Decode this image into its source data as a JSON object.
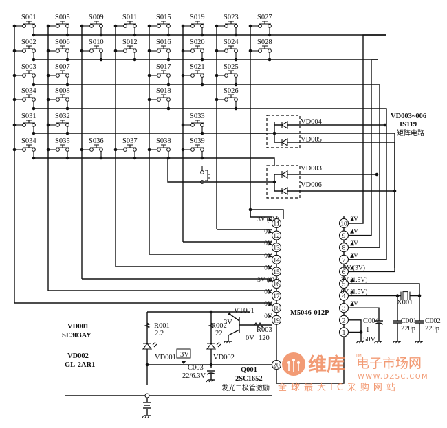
{
  "diagram": {
    "type": "circuit-schematic",
    "ic": {
      "part": "M5046-012P"
    },
    "switch_grid": {
      "rows": [
        [
          "S001",
          "S005",
          "S009",
          "S011",
          "S015",
          "S019",
          "S023",
          "S027"
        ],
        [
          "S002",
          "S006",
          "S010",
          "S012",
          "S016",
          "S020",
          "S024",
          "S028"
        ],
        [
          "S003",
          "S007",
          null,
          null,
          "S017",
          "S021",
          "S025",
          null
        ],
        [
          "S034",
          "S008",
          null,
          null,
          "S018",
          null,
          "S026",
          null
        ],
        [
          "S031",
          "S032",
          null,
          null,
          null,
          "S033",
          null,
          null
        ],
        [
          "S034",
          "S035",
          "S036",
          "S037",
          "S038",
          "S039",
          null,
          null
        ]
      ]
    },
    "diode_matrix": {
      "upper": [
        "VD004",
        "VD005"
      ],
      "lower": [
        "VD003",
        "VD006"
      ],
      "note_line1": "VD003~006",
      "note_line2": "IS119",
      "note_line3": "矩阵电路"
    },
    "pins_left": [
      {
        "num": "11",
        "voltage": "3V (0V)"
      },
      {
        "num": "12",
        "voltage": "0V"
      },
      {
        "num": "13",
        "voltage": "0V"
      },
      {
        "num": "14",
        "voltage": "0V"
      },
      {
        "num": "15",
        "voltage": "0V"
      },
      {
        "num": "16",
        "voltage": "3V (0V)"
      },
      {
        "num": "17",
        "voltage": "0V"
      },
      {
        "num": "18",
        "voltage": "0V"
      },
      {
        "num": "19",
        "voltage": "0V"
      },
      {
        "num": "20",
        "voltage": ""
      }
    ],
    "pins_right": [
      {
        "num": "10",
        "voltage": "3V"
      },
      {
        "num": "9",
        "voltage": "3V"
      },
      {
        "num": "8",
        "voltage": "3V"
      },
      {
        "num": "7",
        "voltage": "3V"
      },
      {
        "num": "6",
        "voltage": "0V (3V)"
      },
      {
        "num": "5",
        "voltage": "3V (1.5V)"
      },
      {
        "num": "4",
        "voltage": "0V (1.5V)"
      },
      {
        "num": "3",
        "voltage": "3V"
      },
      {
        "num": "2",
        "voltage": ""
      },
      {
        "num": "1",
        "voltage": ""
      }
    ],
    "components": {
      "crystal": "X001",
      "c001_name": "C001",
      "c001_value": "220p",
      "c002_name": "C002",
      "c002_value": "220p",
      "c004_name": "C004",
      "c004_value": "1",
      "c004_rating": "50V",
      "r001_name": "R001",
      "r001_value": "2.2",
      "r002_name": "R002",
      "r002_value": "22",
      "r003_name": "R003",
      "r003_value": "120",
      "c003_name": "C003",
      "c003_value": "22/6.3V",
      "vt001_name": "VT001",
      "vt001_base_v": "3V",
      "vt001_emitter_v": "0V",
      "vd001_name": "VD001",
      "vd002_name": "VD002",
      "supply_box": "3V"
    },
    "legend": {
      "vd001_title": "VD001",
      "vd001_part": "SE303AY",
      "vd002_title": "VD002",
      "vd002_part": "GL-2AR1",
      "q001_title": "Q001",
      "q001_part": "2SC1652",
      "q001_desc": "发光二极管激励"
    },
    "watermark": {
      "brand": "维库",
      "brand_suffix": "电子市场网",
      "tm": "TM",
      "url": "WWW.DZSC.COM",
      "slogan": "全球最大IC采购网站",
      "color": "#f08a5d"
    }
  }
}
